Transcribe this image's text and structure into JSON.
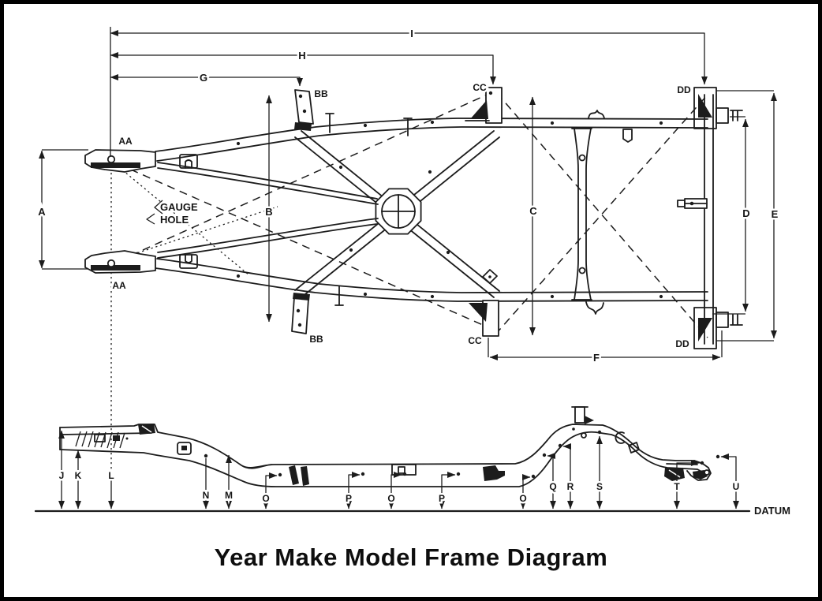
{
  "title": "Year Make Model Frame Diagram",
  "colors": {
    "ink": "#1c1c1c",
    "background": "#ffffff",
    "border": "#000000"
  },
  "top_view": {
    "gauge_hole": {
      "line1": "GAUGE",
      "line2": "HOLE"
    },
    "dim_labels": {
      "A": "A",
      "B": "B",
      "C": "C",
      "D": "D",
      "E": "E",
      "F": "F",
      "G": "G",
      "H": "H",
      "I": "I"
    },
    "ref_labels": {
      "AA": "AA",
      "BB": "BB",
      "CC": "CC",
      "DD": "DD"
    }
  },
  "side_view": {
    "datum_label": "DATUM",
    "ref_labels": {
      "J": "J",
      "K": "K",
      "L": "L",
      "M": "M",
      "N": "N",
      "O": "O",
      "P": "P",
      "Q": "Q",
      "R": "R",
      "S": "S",
      "T": "T",
      "U": "U"
    }
  }
}
